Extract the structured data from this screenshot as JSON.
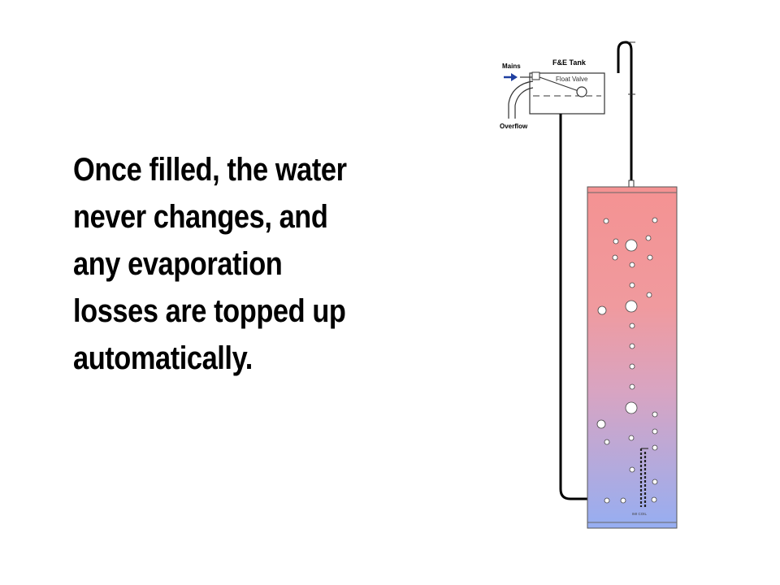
{
  "slide": {
    "lines": [
      "Once filled, the water",
      "never changes, and",
      "any evaporation",
      "losses are topped up",
      "automatically."
    ]
  },
  "diagram": {
    "tank_label": "F&E Tank",
    "float_valve_label": "Float Valve",
    "mains_label": "Mains",
    "overflow_label": "Overflow",
    "coil_label": "IMI COIL",
    "colors": {
      "hot": "#f49292",
      "mid": "#d8a4c2",
      "cold": "#96aef2",
      "pipe": "#000000",
      "mains_arrow": "#1f3fa0"
    }
  }
}
